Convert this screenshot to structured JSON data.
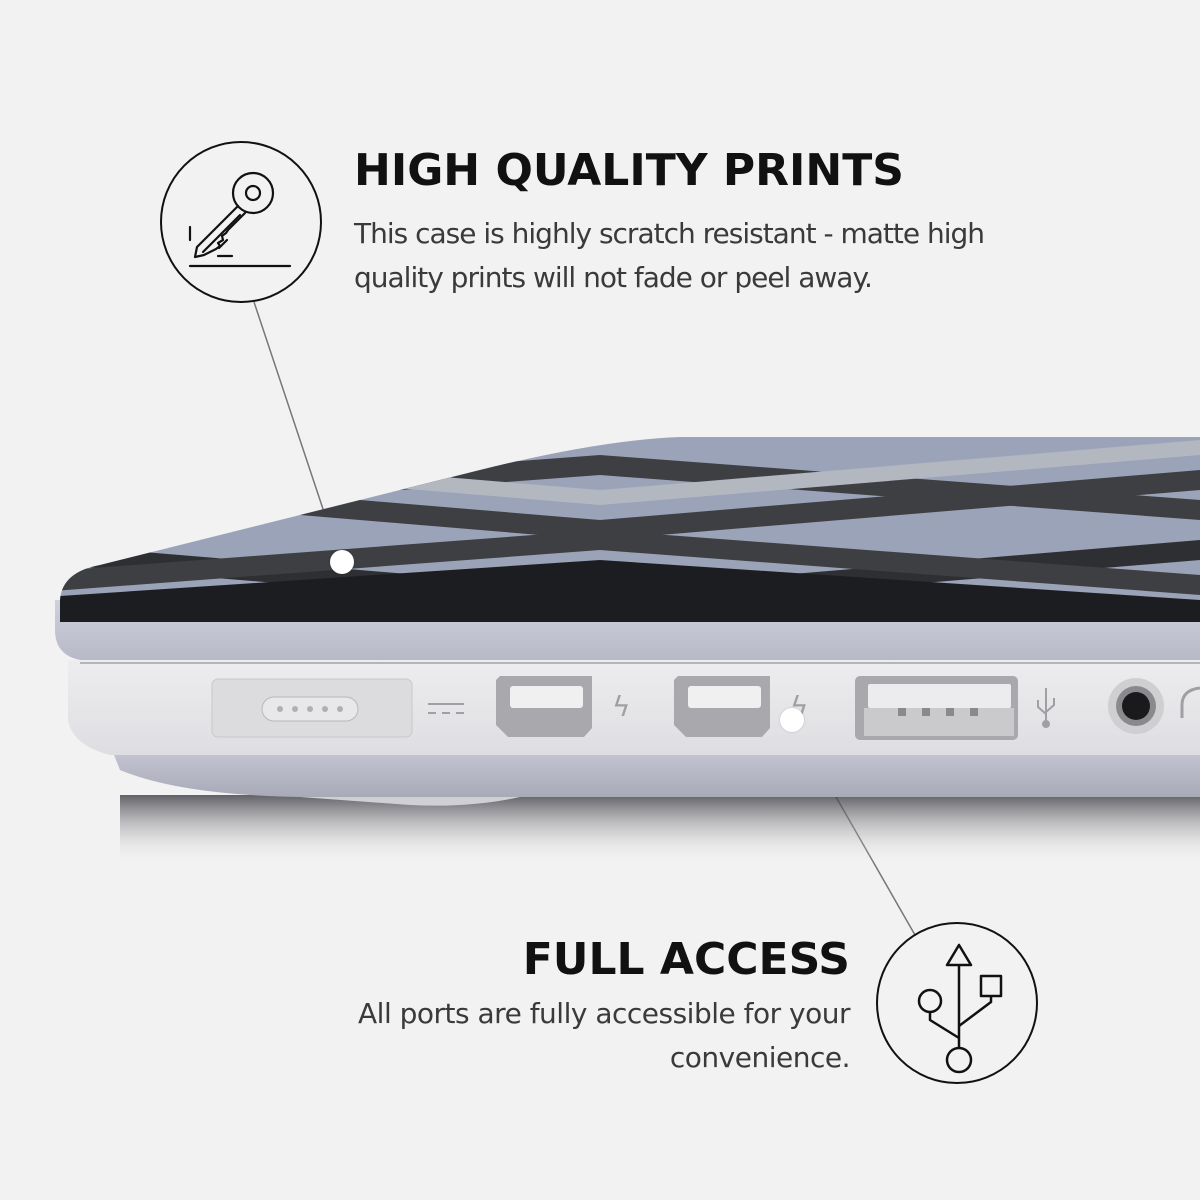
{
  "features": [
    {
      "id": "high-quality-prints",
      "title": "HIGH QUALITY PRINTS",
      "description_lines": [
        "This case is highly scratch resistant - matte high",
        "quality prints will not fade or peel away."
      ],
      "icon": "key-scratch-icon"
    },
    {
      "id": "full-access",
      "title": "FULL ACCESS",
      "description_lines": [
        "All ports are fully accessible for your",
        "convenience."
      ],
      "icon": "usb-icon"
    }
  ],
  "product": {
    "name": "laptop hard case",
    "pattern": "argyle stripes",
    "ports": [
      "magsafe",
      "thunderbolt",
      "thunderbolt",
      "usb",
      "headphone"
    ]
  },
  "colors": {
    "background": "#f2f2f2",
    "title": "#111111",
    "text": "#3a3a3a",
    "pattern_dark": "#3d3e40",
    "pattern_light": "#a8adb8",
    "pattern_blue": "#8e9ab2",
    "case_shell": "#c9c9d6",
    "laptop_body": "#e6e6e8"
  }
}
